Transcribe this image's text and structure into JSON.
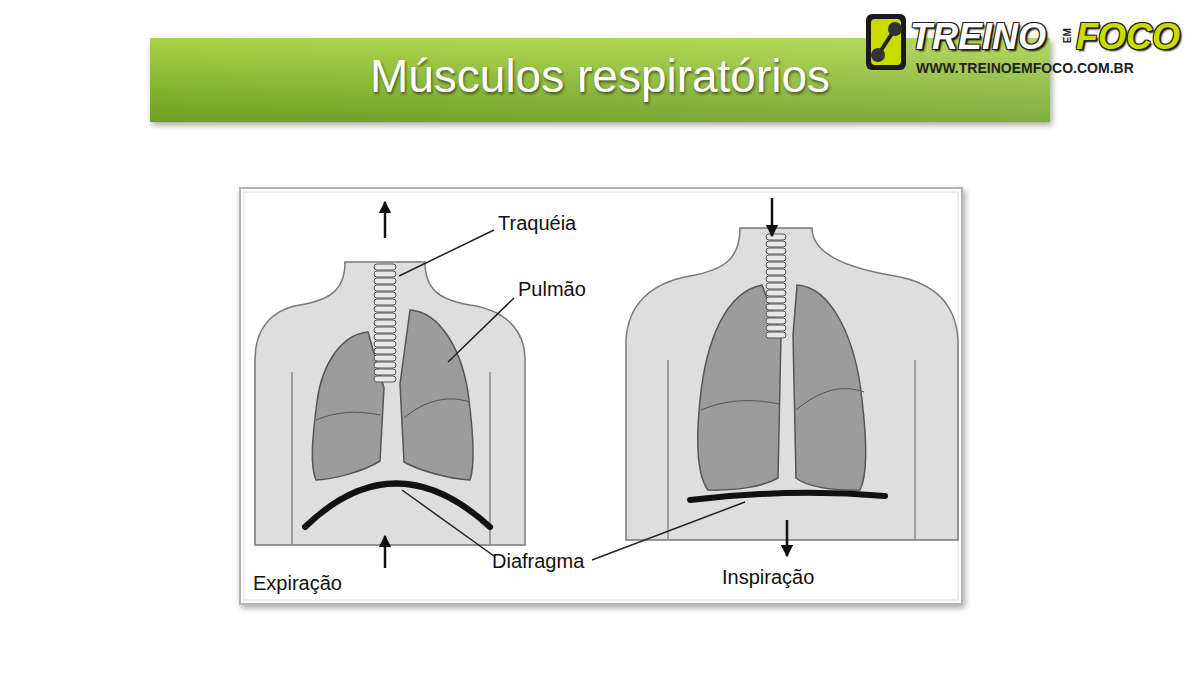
{
  "diagram": {
    "title": "Músculos respiratórios",
    "labels": [
      "TREINO",
      "EM",
      "FOCO",
      "WWW.TREINOEMFOCO.COM.BR",
      "Traquéia",
      "Pulmão",
      "Expiração",
      "Diafragma",
      "Inspiração"
    ]
  }
}
